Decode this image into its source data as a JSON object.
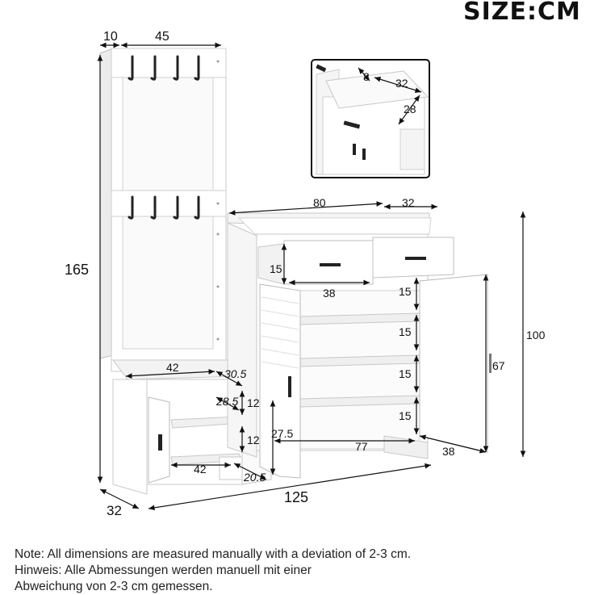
{
  "title": "SIZE:CM",
  "dimensions": {
    "coat_rack_side": "10",
    "coat_rack_width": "45",
    "total_height": "165",
    "bench_inner_width": "42",
    "bench_depth": "30.5",
    "bench_shelf_depth": "28.5",
    "bench_shelf_height_top": "12",
    "bench_shelf_height_bottom": "12",
    "bench_bottom_width": "42",
    "bench_bottom_depth": "20.5",
    "bench_outer_depth": "32",
    "cabinet_width": "80",
    "cabinet_depth": "32",
    "drawer_height": "15",
    "drawer_width": "38",
    "shelf_1": "15",
    "shelf_2": "15",
    "shelf_3": "15",
    "shelf_4": "15",
    "cabinet_height": "100",
    "door_height": "67",
    "shelf_height_left": "27.5",
    "shelf_width": "77",
    "door_depth": "38",
    "total_width": "125",
    "inset_drawer_height": "8",
    "inset_drawer_width": "32",
    "inset_drawer_depth": "28"
  },
  "notes": {
    "en": "Note: All dimensions are measured manually with a deviation of 2-3 cm.",
    "de_line1": "Hinweis: Alle Abmessungen werden manuell mit einer",
    "de_line2": "Abweichung von 2-3 cm gemessen."
  }
}
